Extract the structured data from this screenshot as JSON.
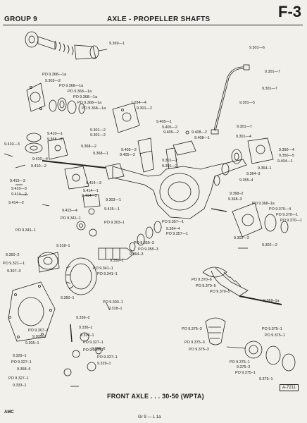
{
  "header": {
    "group": "GROUP 9",
    "title": "AXLE - PROPELLER SHAFTS",
    "page_code": "F-3"
  },
  "caption": "FRONT AXLE . . . 30-50 (WPTA)",
  "code_box": "A-7211",
  "footer": {
    "left": "AMC",
    "center": "Gr 9 — L 1a"
  },
  "labels": [
    "9.369—1",
    "9.301—6",
    "9.301—7",
    "9.301—7",
    "PO 9.368—1a",
    "9.303—2",
    "PO 9.368—1a",
    "PO 9.368—1a",
    "PO 9.368—1a",
    "PO 9.368—1a",
    "PO 9.368—1a",
    "1.034—4",
    "9.301—2",
    "9.301—5",
    "9.405—1",
    "9.405—2",
    "9.405—2",
    "9.301—2",
    "9.301—2",
    "9.408—2",
    "9.408—1",
    "9.301—7",
    "9.301—4",
    "9.410—1",
    "9.368—2",
    "9.410—3",
    "9.368—2",
    "9.368—1",
    "9.405—2",
    "9.405—2",
    "9.301—2",
    "9.301—2",
    "9.350—4",
    "9.350—5",
    "9.404—1",
    "9.410—4",
    "9.410—2",
    "9.414—3",
    "9.414—1",
    "9.414—2",
    "9.415—3",
    "9.410—3",
    "9.414—2",
    "9.414—2",
    "9.303—1",
    "9.364–1",
    "9.364–3",
    "9.355–4",
    "9.368–2",
    "9.368–3",
    "PO 9.368–1a",
    "PO 9.370—4",
    "PO 9.370—1",
    "PO 9.370—1",
    "9.415—4",
    "9.415—1",
    "PO 9.341–1",
    "PO 9.341–1",
    "PO 9.303–1",
    "PO 9.357—1",
    "9.364–4",
    "PO 9.357—1",
    "PO 9.355–3",
    "PO 9.355–3",
    "9.364–3",
    "9.350–1",
    "9.318–1",
    "9.302—2",
    "9.302—2",
    "9.350–2",
    "PO 9.321—1",
    "9.307–3",
    "PO 9.341–1",
    "PO 9.341–1",
    "PO 9.370–6",
    "PO 9.370–5",
    "PO 9.370–5",
    "9.369–1a",
    "9.350–1",
    "PO 9.303–1",
    "9.318–1",
    "9.336–2",
    "9.336–1",
    "9.333–1",
    "PO 9.327–1",
    "PO 9.327–1",
    "PO 9.307–1",
    "9.305–2",
    "9.305–1",
    "9.329–1",
    "PO 9.327–1",
    "9.368–6",
    "9.368–6",
    "PO 9.327–1",
    "9.329–1",
    "PO 9.327–1",
    "9.333–1",
    "PO 9.375–3",
    "PO 9.375–3",
    "PO 9.375–3",
    "PO 9.375–1",
    "PO 9.375–1",
    "PO 9.375–1",
    "9.375–2",
    "PO 9.375–1",
    "9.373–1"
  ]
}
